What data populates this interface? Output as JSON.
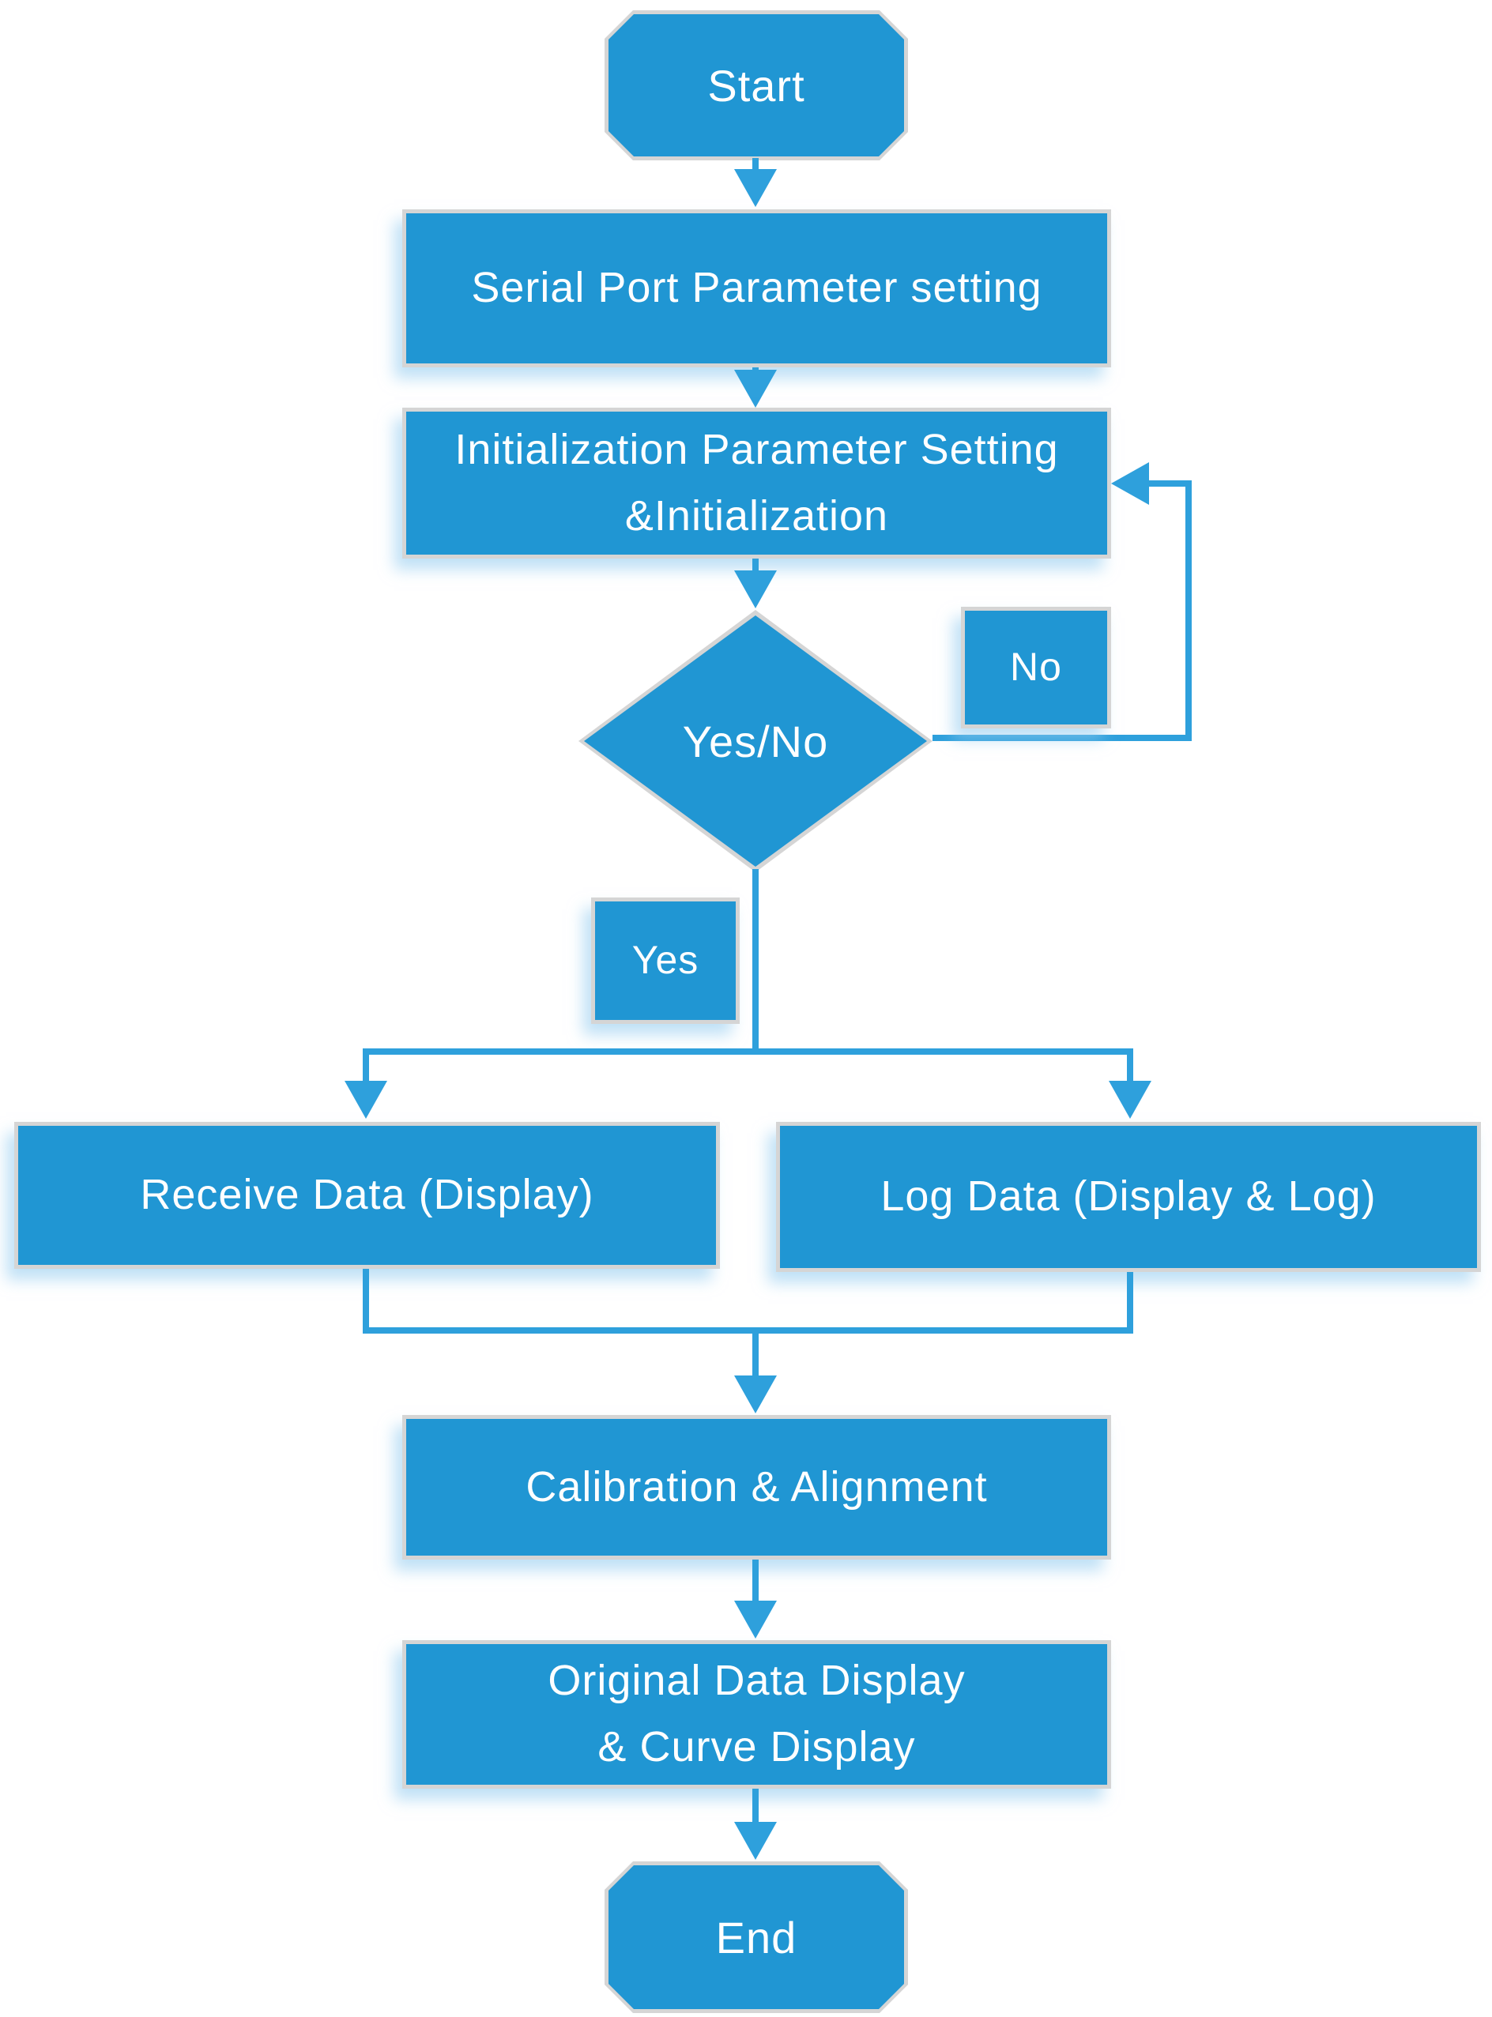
{
  "nodes": {
    "start": {
      "type": "terminator",
      "label": "Start"
    },
    "serial": {
      "type": "process",
      "label": "Serial Port Parameter setting"
    },
    "init": {
      "type": "process",
      "label": "Initialization Parameter Setting\n&Initialization"
    },
    "decision": {
      "type": "decision",
      "label": "Yes/No"
    },
    "no_label": {
      "type": "edge-label",
      "label": "No"
    },
    "yes_label": {
      "type": "edge-label",
      "label": "Yes"
    },
    "receive": {
      "type": "process",
      "label": "Receive Data (Display)"
    },
    "log": {
      "type": "process",
      "label": "Log Data (Display & Log)"
    },
    "calibration": {
      "type": "process",
      "label": "Calibration & Alignment"
    },
    "original": {
      "type": "process",
      "label": "Original Data Display\n& Curve Display"
    },
    "end": {
      "type": "terminator",
      "label": "End"
    }
  },
  "edges": [
    {
      "from": "Start",
      "to": "Serial Port Parameter setting"
    },
    {
      "from": "Serial Port Parameter setting",
      "to": "Initialization Parameter Setting &Initialization"
    },
    {
      "from": "Initialization Parameter Setting &Initialization",
      "to": "Yes/No"
    },
    {
      "from": "Yes/No",
      "to": "Initialization Parameter Setting &Initialization",
      "label": "No"
    },
    {
      "from": "Yes/No",
      "to": "Receive Data (Display)",
      "label": "Yes"
    },
    {
      "from": "Yes/No",
      "to": "Log Data (Display & Log)",
      "label": "Yes"
    },
    {
      "from": "Receive Data (Display)",
      "to": "Calibration & Alignment"
    },
    {
      "from": "Log Data (Display & Log)",
      "to": "Calibration & Alignment"
    },
    {
      "from": "Calibration & Alignment",
      "to": "Original Data Display & Curve Display"
    },
    {
      "from": "Original Data Display & Curve Display",
      "to": "End"
    }
  ],
  "colors": {
    "node_fill": "#2096D3",
    "node_border": "#D5D5D5",
    "connector": "#2EA0DC",
    "text": "#FFFFFF",
    "glow": "#A9D6F0"
  }
}
